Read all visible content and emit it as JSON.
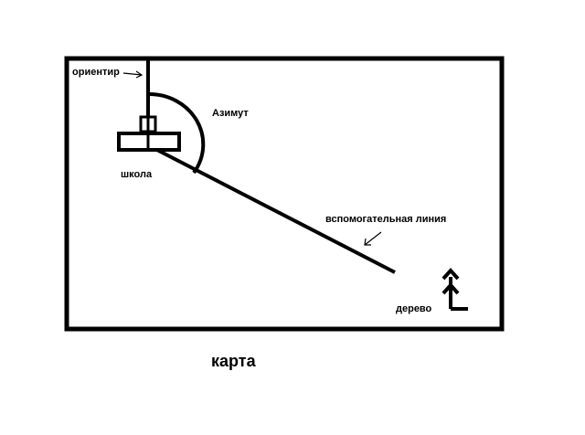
{
  "map": {
    "caption": "карта",
    "labels": {
      "landmark": "ориентир",
      "azimuth": "Азимут",
      "school": "школа",
      "helper_line": "вспомогательная линия",
      "tree": "дерево"
    },
    "colors": {
      "ink": "#000000",
      "paper": "#ffffff"
    }
  }
}
